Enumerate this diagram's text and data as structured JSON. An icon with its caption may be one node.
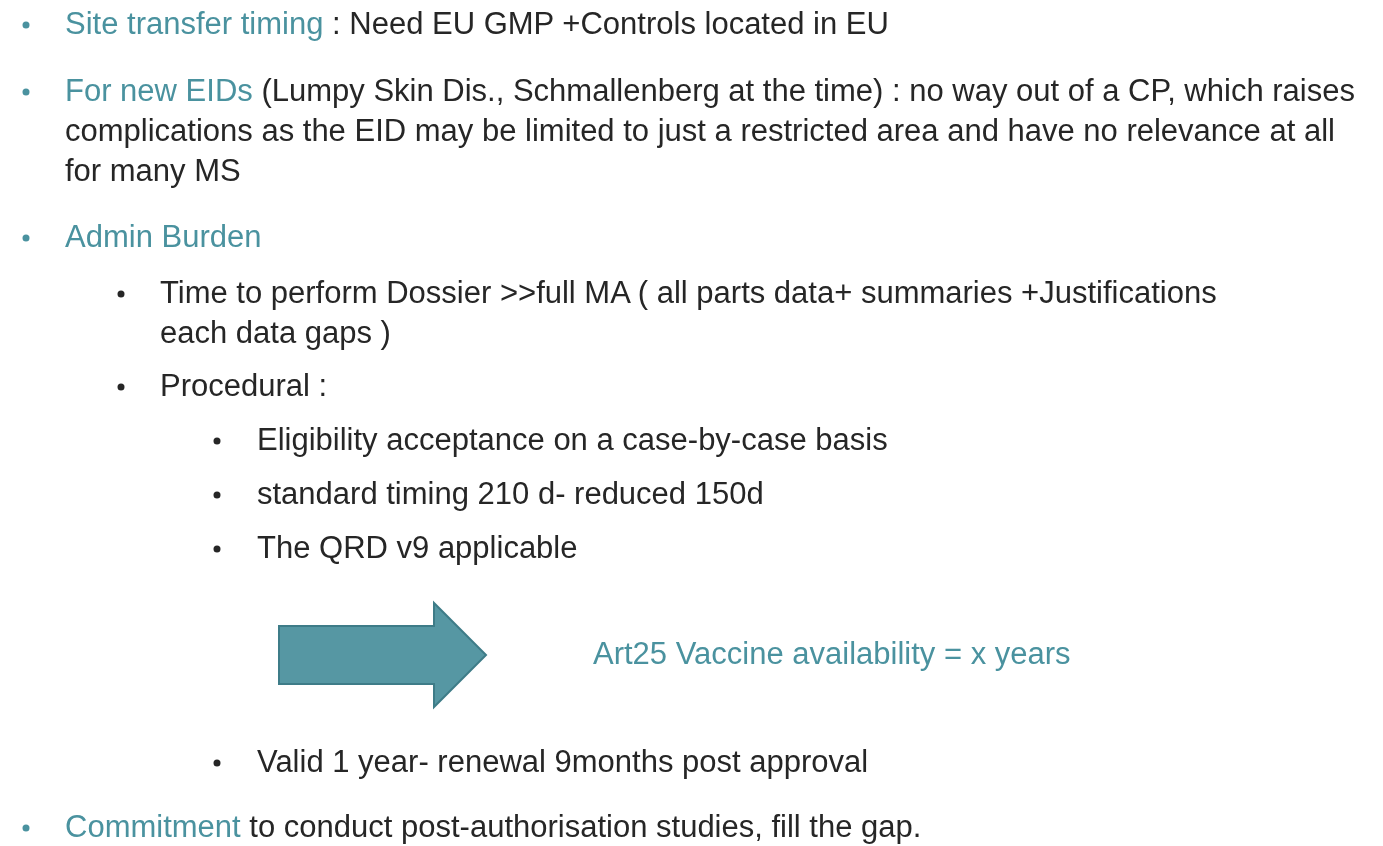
{
  "diagram": {
    "labels": [
      "Site transfer timing",
      ": Need EU GMP +Controls located in EU",
      "For new EIDs",
      "(Lumpy Skin Dis.,  Schmallenberg at the time) : no way out of a CP, which raises complications as the EID may be limited to just a restricted area and have no relevance at all for many MS",
      "Admin Burden",
      "Time to perform Dossier >>full MA  ( all parts data+ summaries +Justifications each data gaps )",
      "Procedural :",
      "Eligibility acceptance on a case-by-case basis",
      "standard timing 210 d- reduced 150d",
      "The QRD v9 applicable",
      "Art25 Vaccine availability  = x years",
      "Valid 1 year- renewal 9months post approval",
      "Commitment",
      "to conduct post-authorisation studies, fill the gap."
    ]
  }
}
